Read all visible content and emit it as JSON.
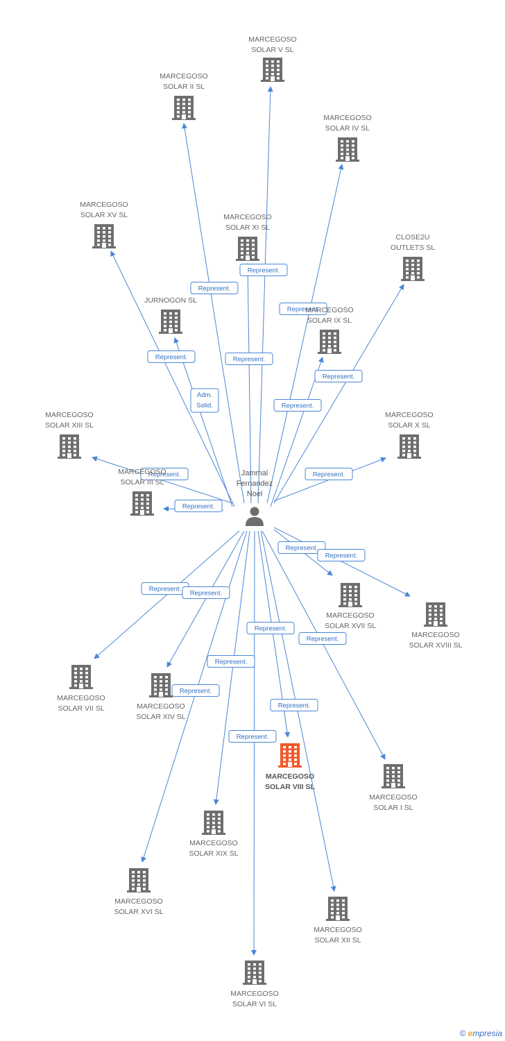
{
  "colors": {
    "edge": "#4a86d6",
    "node": "#6e6e6e",
    "focus_node": "#f05a2a",
    "edge_text": "#2f6fc4"
  },
  "person": {
    "name_lines": [
      "Jammal",
      "Fernandez",
      "Noel"
    ],
    "icon": "person-icon"
  },
  "nodes": [
    {
      "id": "v",
      "lines": [
        "MARCEGOSO",
        "SOLAR V SL"
      ]
    },
    {
      "id": "ii",
      "lines": [
        "MARCEGOSO",
        "SOLAR II SL"
      ]
    },
    {
      "id": "iv",
      "lines": [
        "MARCEGOSO",
        "SOLAR IV SL"
      ]
    },
    {
      "id": "xv",
      "lines": [
        "MARCEGOSO",
        "SOLAR XV SL"
      ]
    },
    {
      "id": "xi",
      "lines": [
        "MARCEGOSO",
        "SOLAR XI SL"
      ]
    },
    {
      "id": "c2u",
      "lines": [
        "CLOSE2U",
        "OUTLETS SL"
      ]
    },
    {
      "id": "jur",
      "lines": [
        "JURNOGON  SL"
      ]
    },
    {
      "id": "ix",
      "lines": [
        "MARCEGOSO",
        "SOLAR IX SL"
      ]
    },
    {
      "id": "xiii",
      "lines": [
        "MARCEGOSO",
        "SOLAR XIII SL"
      ]
    },
    {
      "id": "x",
      "lines": [
        "MARCEGOSO",
        "SOLAR X SL"
      ]
    },
    {
      "id": "iii",
      "lines": [
        "MARCEGOSO",
        "SOLAR III SL"
      ]
    },
    {
      "id": "xvii",
      "lines": [
        "MARCEGOSO",
        "SOLAR XVII SL"
      ]
    },
    {
      "id": "xviii",
      "lines": [
        "MARCEGOSO",
        "SOLAR XVIII SL"
      ]
    },
    {
      "id": "vii",
      "lines": [
        "MARCEGOSO",
        "SOLAR VII SL"
      ]
    },
    {
      "id": "xiv",
      "lines": [
        "MARCEGOSO",
        "SOLAR XIV SL"
      ]
    },
    {
      "id": "viii",
      "lines": [
        "MARCEGOSO",
        "SOLAR VIII SL"
      ],
      "focus": true
    },
    {
      "id": "i",
      "lines": [
        "MARCEGOSO",
        "SOLAR I SL"
      ]
    },
    {
      "id": "xix",
      "lines": [
        "MARCEGOSO",
        "SOLAR XIX SL"
      ]
    },
    {
      "id": "xvi",
      "lines": [
        "MARCEGOSO",
        "SOLAR XVI SL"
      ]
    },
    {
      "id": "xii",
      "lines": [
        "MARCEGOSO",
        "SOLAR XII SL"
      ]
    },
    {
      "id": "vi",
      "lines": [
        "MARCEGOSO",
        "SOLAR VI SL"
      ]
    }
  ],
  "edges": [
    {
      "to": "v",
      "lines": [
        "Represent."
      ]
    },
    {
      "to": "ii",
      "lines": [
        "Represent."
      ]
    },
    {
      "to": "iv",
      "lines": [
        "Represent."
      ]
    },
    {
      "to": "xv",
      "lines": [
        "Represent."
      ]
    },
    {
      "to": "xi",
      "lines": [
        "Represent."
      ]
    },
    {
      "to": "c2u",
      "lines": [
        "Represent."
      ]
    },
    {
      "to": "jur",
      "lines": [
        "Adm.",
        "Solid."
      ]
    },
    {
      "to": "ix",
      "lines": [
        "Represent."
      ]
    },
    {
      "to": "xiii",
      "lines": [
        "Represent."
      ]
    },
    {
      "to": "x",
      "lines": [
        "Represent."
      ]
    },
    {
      "to": "iii",
      "lines": [
        "Represent."
      ]
    },
    {
      "to": "xvii",
      "lines": [
        "Represent."
      ]
    },
    {
      "to": "xviii",
      "lines": [
        "Represent."
      ]
    },
    {
      "to": "vii",
      "lines": [
        "Represent."
      ]
    },
    {
      "to": "xiv",
      "lines": [
        "Represent."
      ]
    },
    {
      "to": "viii",
      "lines": [
        "Represent."
      ]
    },
    {
      "to": "i",
      "lines": [
        "Represent."
      ]
    },
    {
      "to": "xix",
      "lines": [
        "Represent."
      ]
    },
    {
      "to": "xvi",
      "lines": [
        "Represent."
      ]
    },
    {
      "to": "xii",
      "lines": [
        "Represent."
      ]
    },
    {
      "to": "vi",
      "lines": [
        "Represent."
      ]
    },
    {
      "to": "xv2",
      "lines": [
        "Represent."
      ]
    }
  ],
  "footer": {
    "copyright": "©",
    "brand_e": "e",
    "brand_rest": "mpresia"
  }
}
